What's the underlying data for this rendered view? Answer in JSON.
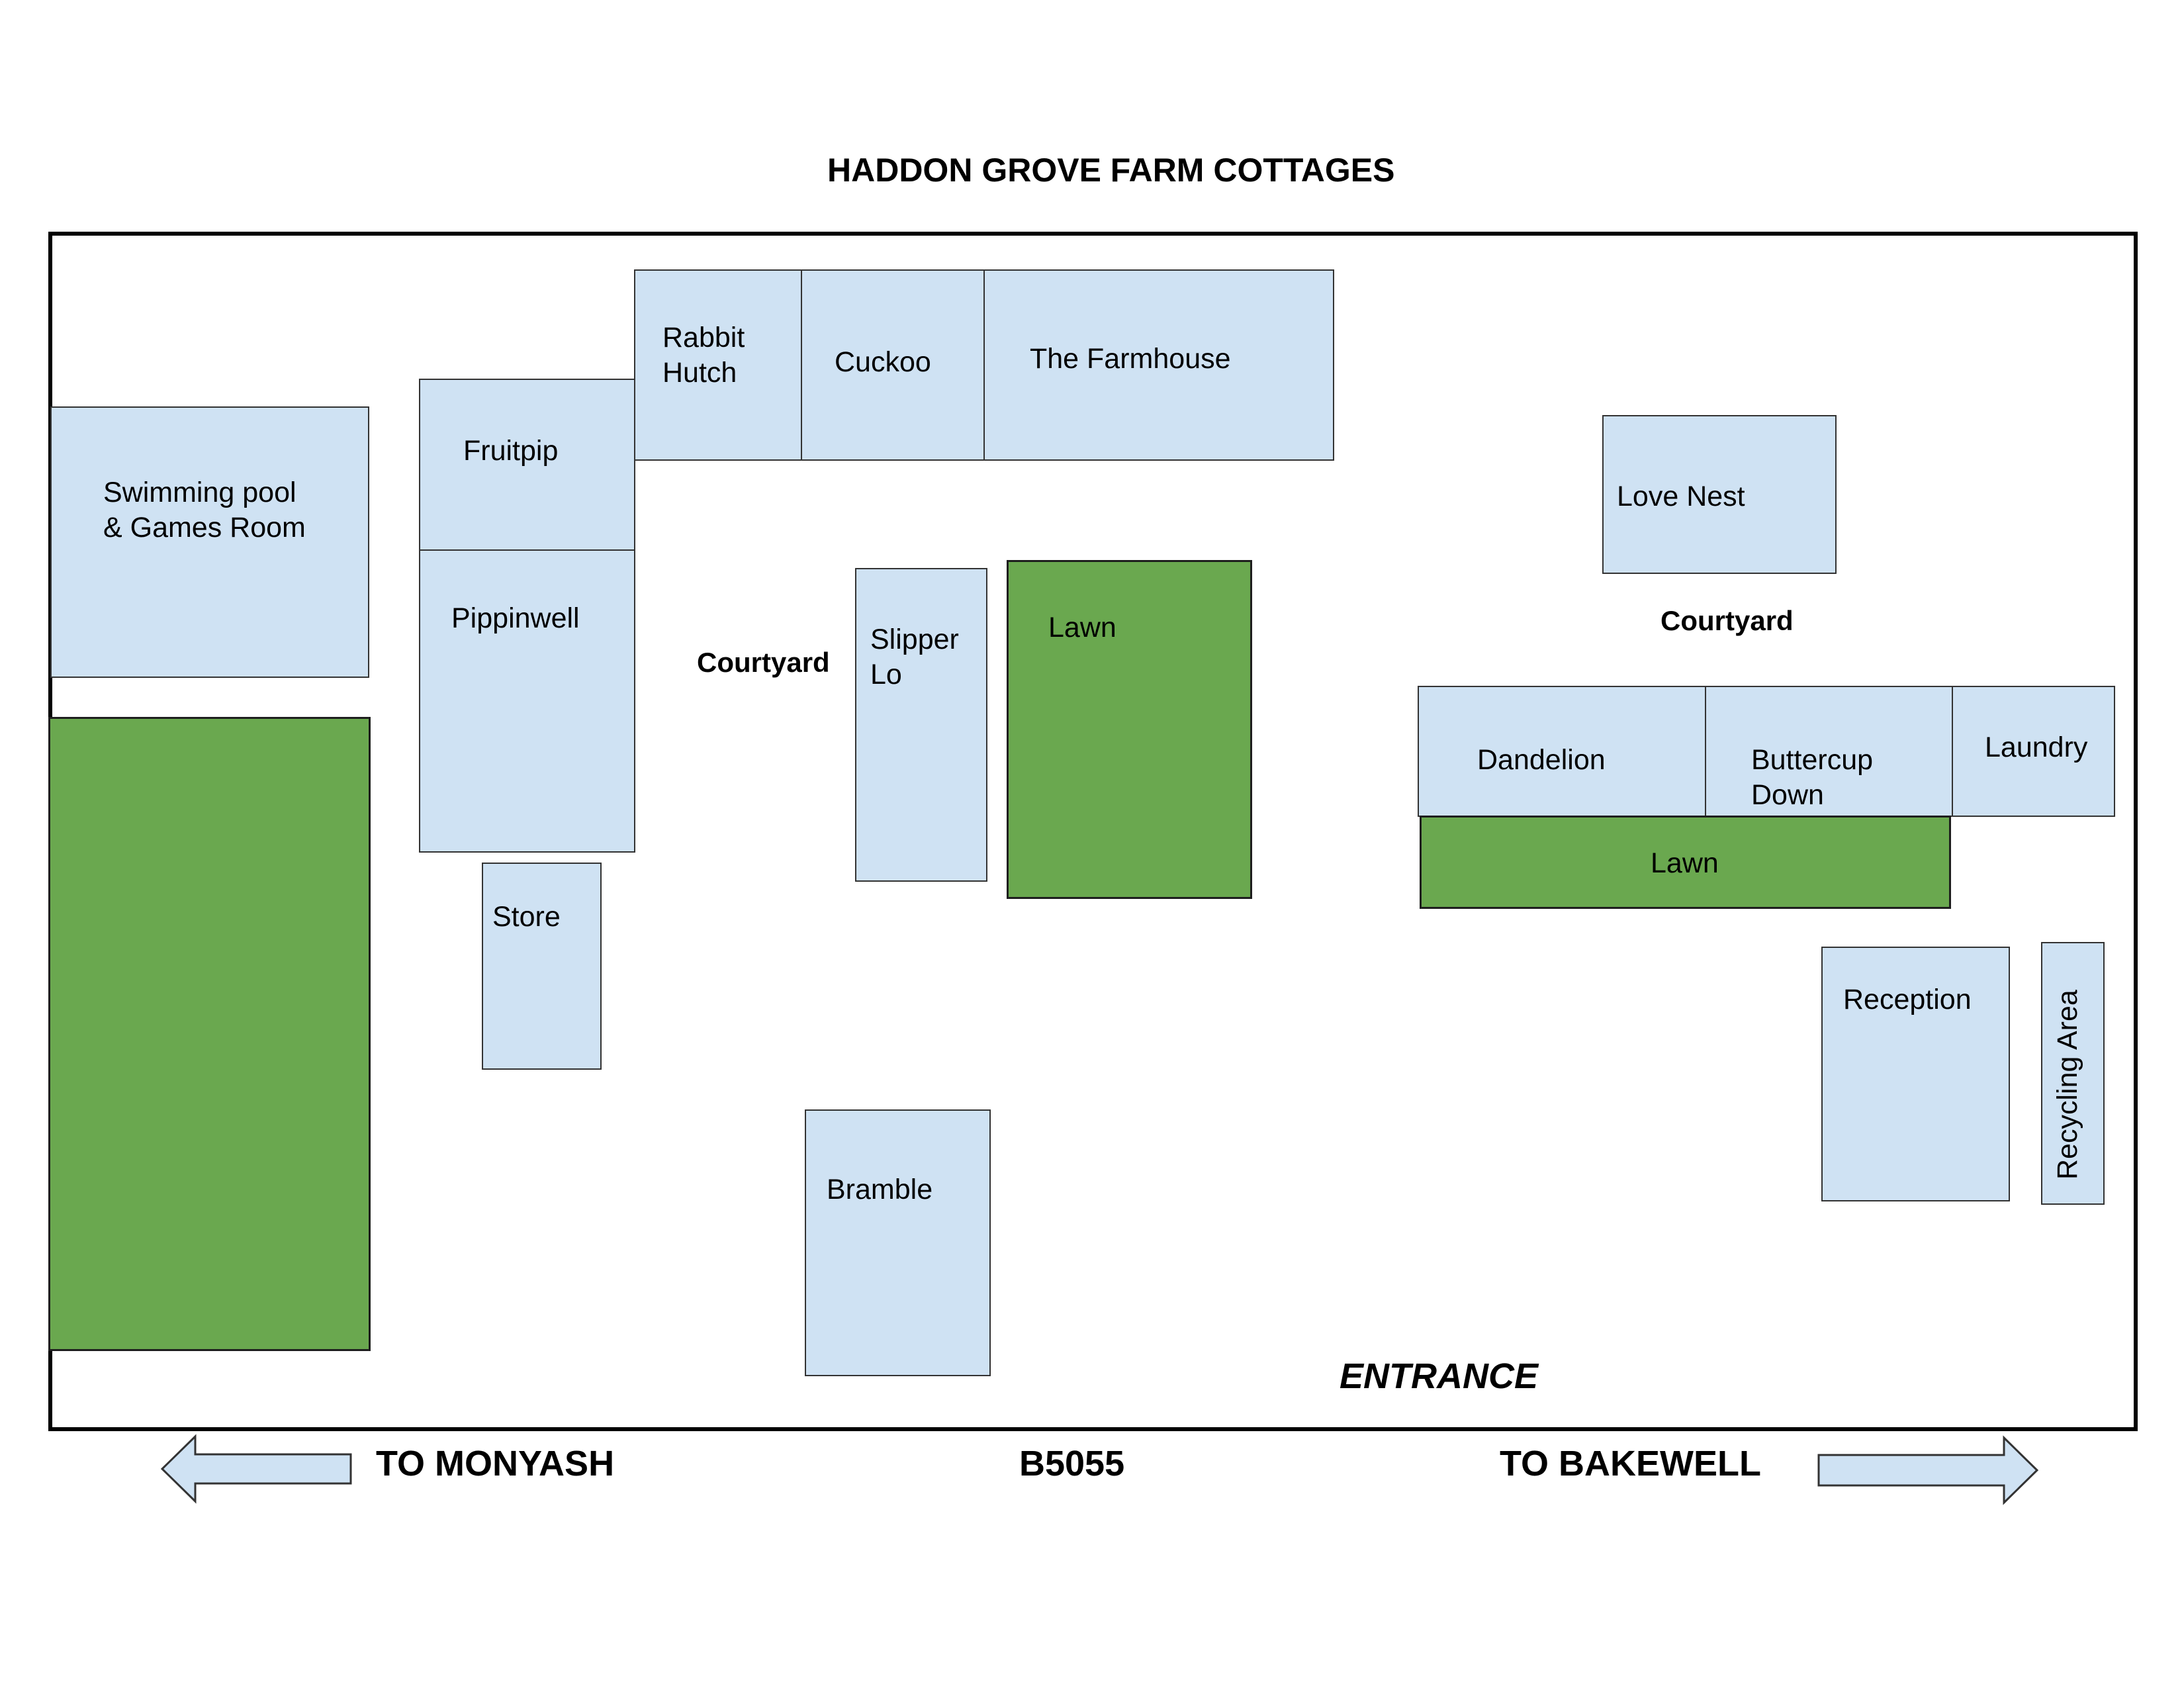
{
  "title": "HADDON GROVE FARM COTTAGES",
  "colors": {
    "building": "#cfe2f3",
    "lawn": "#6aa84f",
    "outline": "#000000"
  },
  "buildings": {
    "swimming_pool": "Swimming pool\n& Games Room",
    "fruitpip": "Fruitpip",
    "pippinwell": "Pippinwell",
    "store": "Store",
    "rabbit_hutch": "Rabbit\nHutch",
    "cuckoo": "Cuckoo",
    "farmhouse": "The Farmhouse",
    "slipper_lo": "Slipper\nLo",
    "bramble": "Bramble",
    "love_nest": "Love Nest",
    "dandelion": "Dandelion",
    "buttercup_down": "Buttercup\nDown",
    "laundry": "Laundry",
    "reception": "Reception",
    "recycling_area": "Recycling Area"
  },
  "lawns": {
    "lawn_center": "Lawn",
    "lawn_east": "Lawn"
  },
  "courtyards": {
    "west": "Courtyard",
    "east": "Courtyard"
  },
  "entrance": "ENTRANCE",
  "road": {
    "west": "TO MONYASH",
    "name": "B5055",
    "east": "TO BAKEWELL"
  },
  "icons": {
    "west_arrow": "arrow-left",
    "east_arrow": "arrow-right"
  }
}
